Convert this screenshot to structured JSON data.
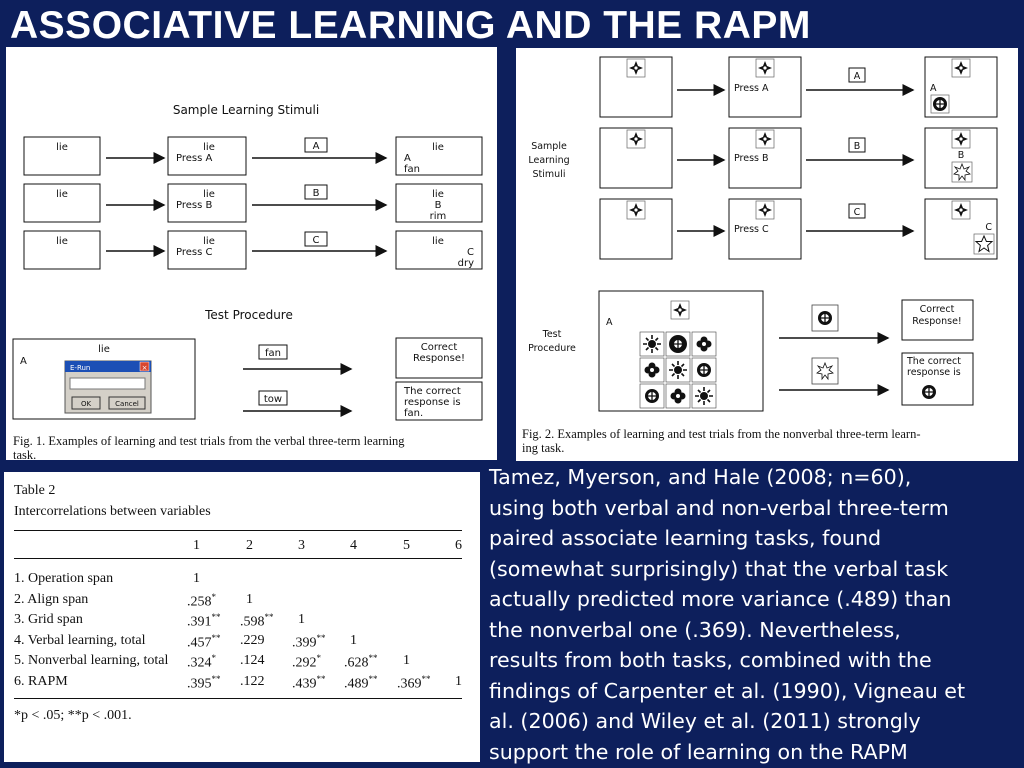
{
  "slide_title": "ASSOCIATIVE LEARNING AND THE RAPM",
  "fig1": {
    "section1_label": "Sample Learning Stimuli",
    "section2_label": "Test Procedure",
    "rows": [
      {
        "cue": "lie",
        "mid_top": "lie",
        "mid_press": "Press A",
        "key": "A",
        "out_top": "lie",
        "out_letter": "A",
        "out_word": "fan"
      },
      {
        "cue": "lie",
        "mid_top": "lie",
        "mid_press": "Press B",
        "key": "B",
        "out_top": "lie",
        "out_letter": "B",
        "out_word": "rim"
      },
      {
        "cue": "lie",
        "mid_top": "lie",
        "mid_press": "Press C",
        "key": "C",
        "out_top": "lie",
        "out_letter": "C",
        "out_word": "dry"
      }
    ],
    "test_cue": "lie",
    "test_letter": "A",
    "erun_title": "E-Run",
    "erun_ok": "OK",
    "erun_cancel": "Cancel",
    "test_word1": "fan",
    "test_word2": "tow",
    "correct_line1": "Correct",
    "correct_line2": "Response!",
    "wrong_line1": "The correct",
    "wrong_line2": "response is",
    "wrong_line3": "fan.",
    "caption_line1": "Fig. 1.  Examples of learning and test trials from the verbal three-term learning",
    "caption_line2": "task."
  },
  "fig2": {
    "section1_line1": "Sample",
    "section1_line2": "Learning",
    "section1_line3": "Stimuli",
    "section2_line1": "Test",
    "section2_line2": "Procedure",
    "press_labels": [
      "Press A",
      "Press B",
      "Press C"
    ],
    "keys": [
      "A",
      "B",
      "C"
    ],
    "test_letter": "A",
    "correct_line1": "Correct",
    "correct_line2": "Response!",
    "wrong_line1": "The correct",
    "wrong_line2": "response is",
    "caption_line1": "Fig. 2.  Examples of learning and test trials from the nonverbal three-term learn-",
    "caption_line2": "ing task."
  },
  "table2": {
    "title": "Table 2",
    "subtitle": "Intercorrelations between variables",
    "col_headers": [
      "1",
      "2",
      "3",
      "4",
      "5",
      "6"
    ],
    "rows": [
      {
        "label": "1. Operation span",
        "cells": [
          "1",
          "",
          "",
          "",
          "",
          ""
        ]
      },
      {
        "label": "2. Align span",
        "cells": [
          ".258*",
          "1",
          "",
          "",
          "",
          ""
        ]
      },
      {
        "label": "3. Grid span",
        "cells": [
          ".391**",
          ".598**",
          "1",
          "",
          "",
          ""
        ]
      },
      {
        "label": "4. Verbal learning, total",
        "cells": [
          ".457**",
          ".229",
          ".399**",
          "1",
          "",
          ""
        ]
      },
      {
        "label": "5. Nonverbal learning, total",
        "cells": [
          ".324*",
          ".124",
          ".292*",
          ".628**",
          "1",
          ""
        ]
      },
      {
        "label": "6. RAPM",
        "cells": [
          ".395**",
          ".122",
          ".439**",
          ".489**",
          ".369**",
          "1"
        ]
      }
    ],
    "footnote": "*p < .05; **p < .001."
  },
  "side_text": [
    "Tamez, Myerson, and Hale (2008; n=60),",
    "using both verbal and non-verbal three-term",
    "paired associate learning tasks, found",
    "(somewhat surprisingly) that the verbal task",
    "actually predicted more variance (.489) than",
    "the nonverbal one (.369). Nevertheless,",
    "results from both tasks, combined with the",
    "findings of Carpenter et al. (1990), Vigneau et",
    "al. (2006) and Wiley et al. (2011) strongly",
    "support the role of learning on the RAPM"
  ]
}
